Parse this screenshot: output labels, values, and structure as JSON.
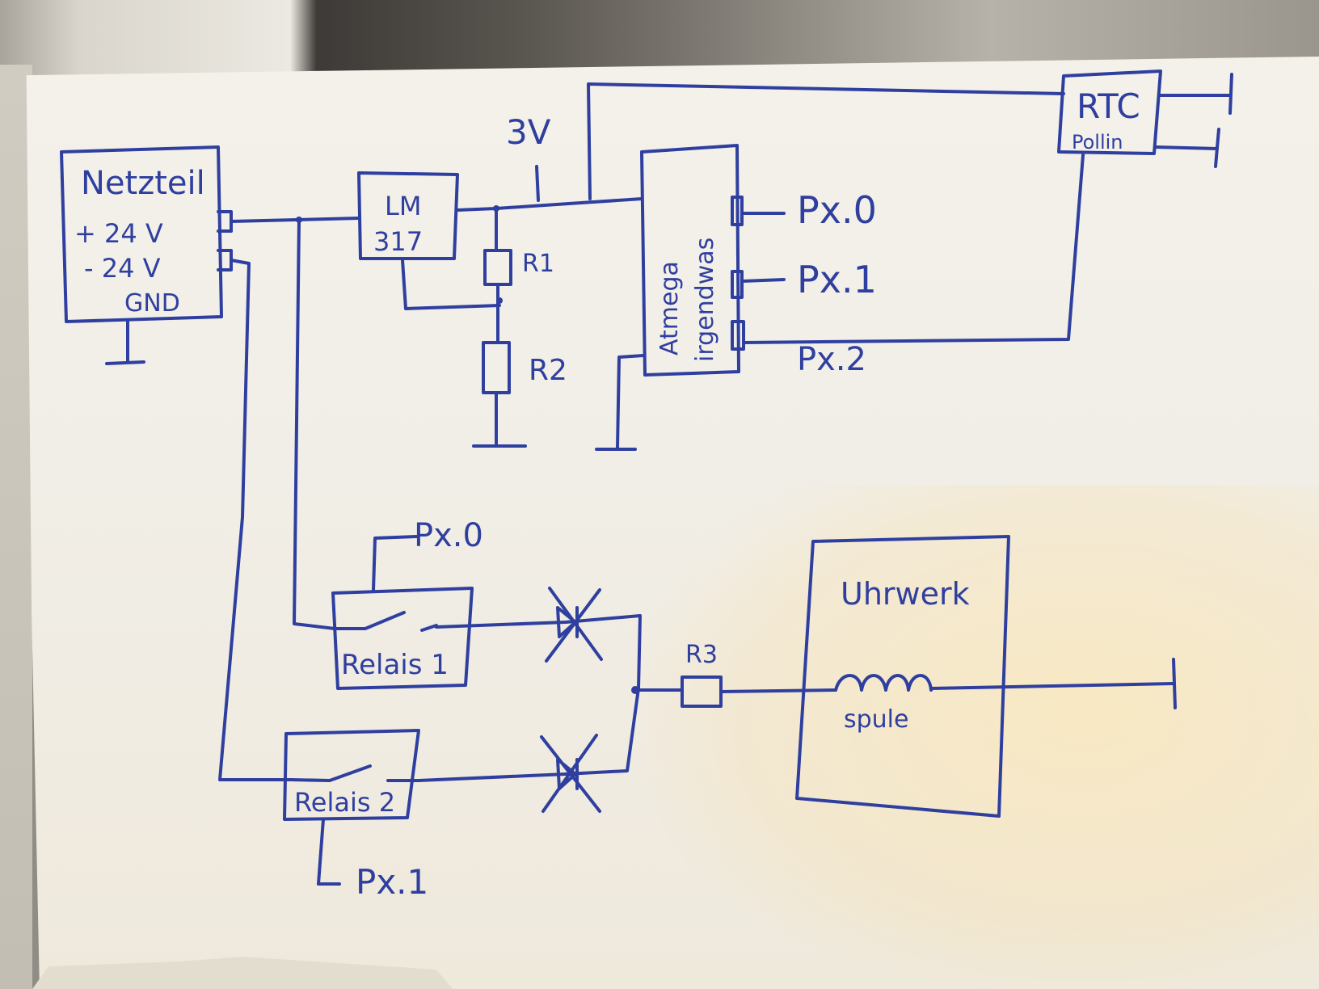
{
  "labels": {
    "netzteil": "Netzteil",
    "plus": "+ 24 V",
    "minus": "- 24 V",
    "gnd": "GND",
    "lm_1": "LM",
    "lm_2": "317",
    "v3": "3V",
    "r1": "R1",
    "r2": "R2",
    "r3": "R3",
    "atmega_1": "Atmega",
    "atmega_2": "irgendwas",
    "px0": "Px.0",
    "px1": "Px.1",
    "px2": "Px.2",
    "rtc": "RTC",
    "pollin": "Pollin",
    "relais1": "Relais 1",
    "relais2": "Relais 2",
    "relais1_ctrl": "Px.0",
    "relais2_ctrl": "Px.1",
    "uhrwerk": "Uhrwerk",
    "spule": "spule"
  }
}
